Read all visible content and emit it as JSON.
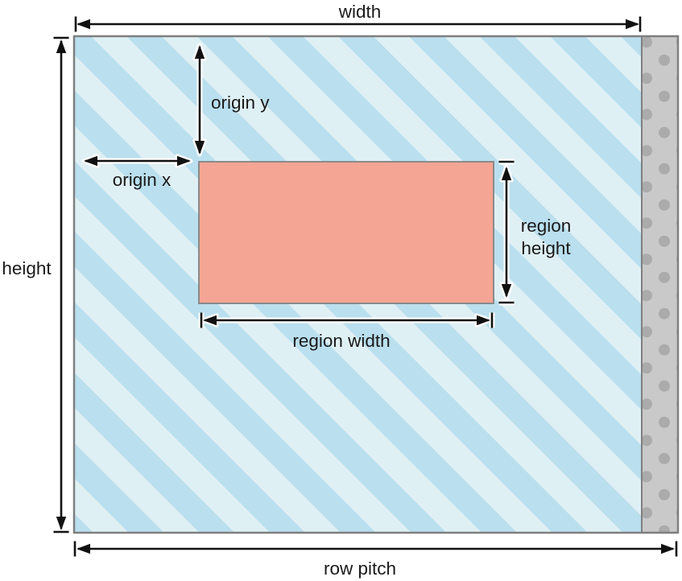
{
  "labels": {
    "width": "width",
    "height": "height",
    "origin_y": "origin y",
    "origin_x": "origin x",
    "region_height_line1": "region",
    "region_height_line2": "height",
    "region_width": "region width",
    "row_pitch": "row pitch"
  },
  "colors": {
    "background": "#ffffff",
    "stripe_light": "#dff0f5",
    "stripe_dark": "#badfee",
    "region_fill": "#f5a593",
    "region_border": "#8a8a8a",
    "padding_bg": "#c9c9c9",
    "padding_dot": "#ababab",
    "frame_border": "#7f7f7f",
    "arrow": "#111111",
    "halo": "#ffffff",
    "text": "#1a1a1a"
  }
}
